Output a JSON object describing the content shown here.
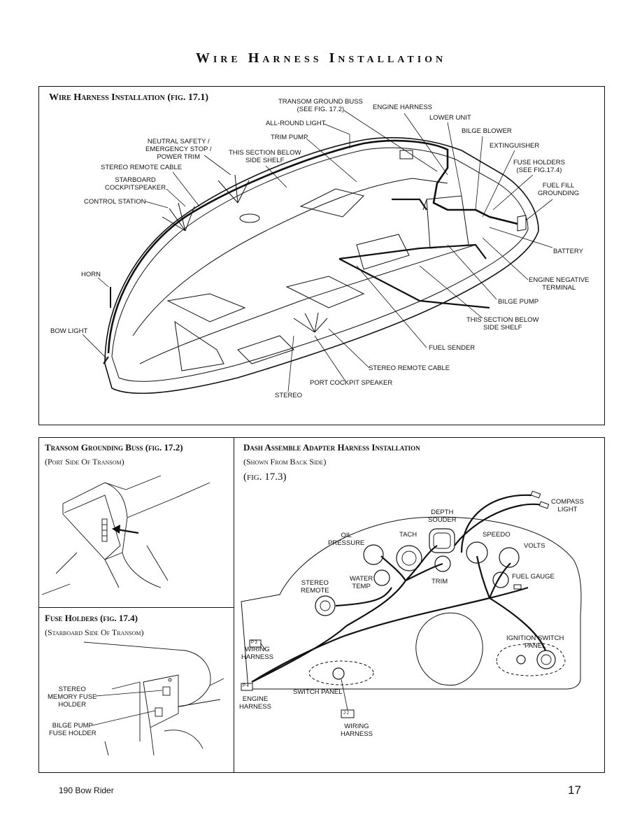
{
  "page_title": "Wire Harness Installation",
  "fig1": {
    "heading": "Wire Harness Installation (fig. 17.1)",
    "labels": {
      "transom_ground_buss": "TRANSOM GROUND BUSS",
      "transom_ground_buss_ref": "(SEE FIG. 17.2)",
      "engine_harness": "ENGINE HARNESS",
      "lower_unit": "LOWER UNIT",
      "all_round_light": "ALL-ROUND LIGHT",
      "bilge_blower": "BILGE BLOWER",
      "trim_pump": "TRIM PUMP",
      "extinguisher": "EXTINGUISHER",
      "neutral_safety_1": "NEUTRAL SAFETY /",
      "neutral_safety_2": "EMERGENCY STOP /",
      "neutral_safety_3": "POWER TRIM",
      "section_below_1": "THIS SECTION BELOW",
      "section_below_2": "SIDE SHELF",
      "fuse_holders": "FUSE HOLDERS",
      "fuse_holders_ref": "(SEE FIG.17.4)",
      "stereo_remote_cable_top": "STEREO REMOTE CABLE",
      "fuel_fill_1": "FUEL FILL",
      "fuel_fill_2": "GROUNDING",
      "starboard_1": "STARBOARD",
      "starboard_2": "COCKPITSPEAKER",
      "control_station": "CONTROL STATION",
      "battery": "BATTERY",
      "horn": "HORN",
      "engine_negative_1": "ENGINE NEGATIVE",
      "engine_negative_2": "TERMINAL",
      "bilge_pump": "BILGE PUMP",
      "section_below_b1": "THIS SECTION BELOW",
      "section_below_b2": "SIDE SHELF",
      "bow_light": "BOW LIGHT",
      "fuel_sender": "FUEL SENDER",
      "stereo_remote_cable_bottom": "STEREO REMOTE CABLE",
      "port_cockpit_speaker": "PORT COCKPIT SPEAKER",
      "stereo": "STEREO"
    }
  },
  "fig2": {
    "heading": "Transom Grounding Buss (fig. 17.2)",
    "subheading": "(Port Side Of Transom)"
  },
  "fig4": {
    "heading": "Fuse Holders (fig. 17.4)",
    "subheading": "(Starboard Side Of Transom)",
    "labels": {
      "stereo_fuse_1": "STEREO",
      "stereo_fuse_2": "MEMORY FUSE",
      "stereo_fuse_3": "HOLDER",
      "bilge_fuse_1": "BILGE PUMP",
      "bilge_fuse_2": "FUSE HOLDER"
    }
  },
  "fig3": {
    "heading": "Dash Assemble Adapter Harness Installation",
    "subheading": "(Shown From Back Side)",
    "fig_ref": "(fig. 17.3)",
    "labels": {
      "compass_1": "COMPASS",
      "compass_2": "LIGHT",
      "depth_1": "DEPTH",
      "depth_2": "SOUDER",
      "oil_1": "OIL",
      "oil_2": "PRESSURE",
      "tach": "TACH",
      "speedo": "SPEEDO",
      "volts": "VOLTS",
      "water_1": "WATER",
      "water_2": "TEMP",
      "trim": "TRIM",
      "fuel_gauge": "FUEL GAUGE",
      "stereo_remote_1": "STEREO",
      "stereo_remote_2": "REMOTE",
      "ignition_1": "IGNITION SWITCH",
      "ignition_2": "PANEL",
      "wiring_harness_1": "WIRING",
      "wiring_harness_2": "HARNESS",
      "switch_panel": "SWITCH PANEL",
      "engine_harness_1": "ENGINE",
      "engine_harness_2": "HARNESS",
      "wiring_harness_b1": "WIRING",
      "wiring_harness_b2": "HARNESS",
      "plug_p3": "P 3",
      "plug_p4": "P 4",
      "plug_j2": "J 2"
    }
  },
  "footer": {
    "model": "190 Bow Rider",
    "page_number": "17"
  }
}
